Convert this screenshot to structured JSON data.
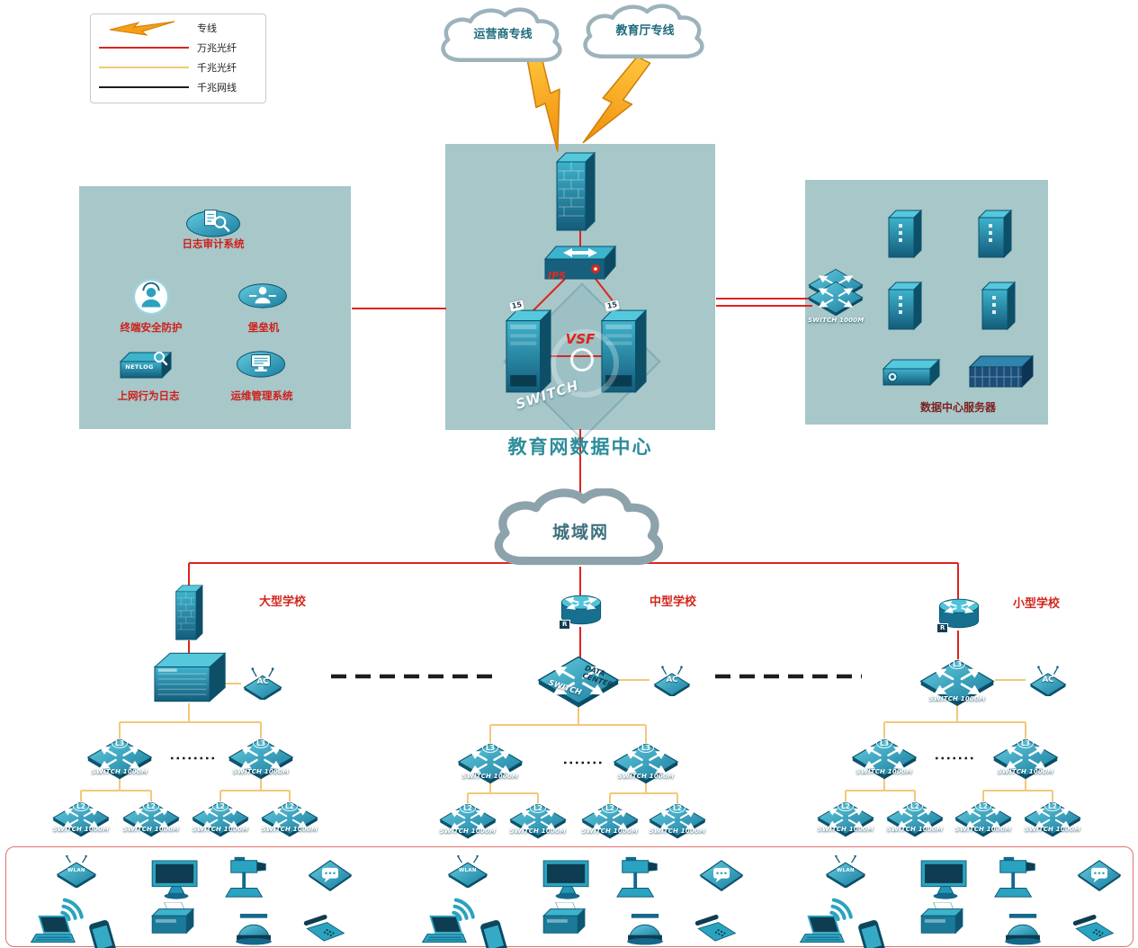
{
  "legend": {
    "items": [
      {
        "label": "专线"
      },
      {
        "label": "万兆光纤"
      },
      {
        "label": "千兆光纤"
      },
      {
        "label": "千兆网线"
      }
    ]
  },
  "clouds": {
    "carrier": "运营商专线",
    "education": "教育厅专线",
    "man": "城域网"
  },
  "datacenter": {
    "title": "教育网数据中心",
    "ips": "IPS",
    "vsf": "VSF",
    "switch": "SWITCH",
    "server_tag": "15"
  },
  "security_zone": {
    "audit": "日志审计系统",
    "terminal": "终端安全防护",
    "bastion": "堡垒机",
    "netlog_label": "NETLOG",
    "netlog": "上网行为日志",
    "ops": "运维管理系统"
  },
  "server_zone": {
    "title": "数据中心服务器",
    "switch_label": "SWITCH 1000M"
  },
  "labels": {
    "switch_1000m": "SWITCH 1000M",
    "l3": "L3",
    "l2": "L2",
    "ac": "AC",
    "router_badge": "R",
    "switch": "SWITCH",
    "data_center_line1": "DATA",
    "data_center_line2": "CENTER",
    "wlan": "WLAN"
  },
  "schools": [
    {
      "name": "大型学校"
    },
    {
      "name": "中型学校"
    },
    {
      "name": "小型学校"
    }
  ],
  "endpoints": {
    "icons": [
      "wireless-ap",
      "wifi-signal",
      "laptop",
      "smartphone",
      "desktop-monitor",
      "printer",
      "ptz-camera",
      "dome-camera",
      "voice-chat",
      "desk-phone"
    ]
  }
}
